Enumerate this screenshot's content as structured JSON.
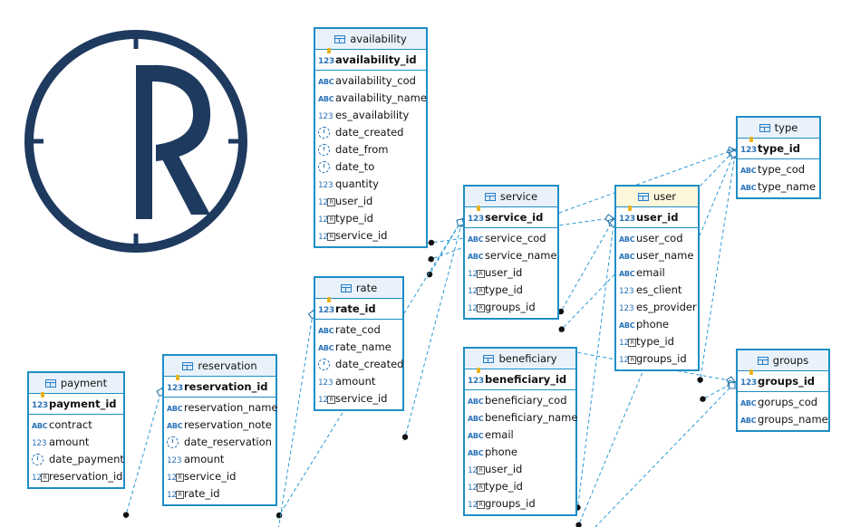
{
  "diagram": {
    "entities": [
      {
        "id": "availability",
        "name": "availability",
        "selected": false,
        "pk": {
          "name": "availability_id",
          "type": "num"
        },
        "columns": [
          {
            "name": "availability_cod",
            "type": "abc"
          },
          {
            "name": "availability_name",
            "type": "abc"
          },
          {
            "name": "es_availability",
            "type": "num"
          },
          {
            "name": "date_created",
            "type": "date"
          },
          {
            "name": "date_from",
            "type": "date"
          },
          {
            "name": "date_to",
            "type": "date"
          },
          {
            "name": "quantity",
            "type": "num"
          },
          {
            "name": "user_id",
            "type": "fk"
          },
          {
            "name": "type_id",
            "type": "fk"
          },
          {
            "name": "service_id",
            "type": "fk"
          }
        ]
      },
      {
        "id": "type",
        "name": "type",
        "selected": false,
        "pk": {
          "name": "type_id",
          "type": "num"
        },
        "columns": [
          {
            "name": "type_cod",
            "type": "abc"
          },
          {
            "name": "type_name",
            "type": "abc"
          }
        ]
      },
      {
        "id": "service",
        "name": "service",
        "selected": false,
        "pk": {
          "name": "service_id",
          "type": "num"
        },
        "columns": [
          {
            "name": "service_cod",
            "type": "abc"
          },
          {
            "name": "service_name",
            "type": "abc"
          },
          {
            "name": "user_id",
            "type": "fk"
          },
          {
            "name": "type_id",
            "type": "fk"
          },
          {
            "name": "groups_id",
            "type": "fk"
          }
        ]
      },
      {
        "id": "user",
        "name": "user",
        "selected": true,
        "pk": {
          "name": "user_id",
          "type": "num"
        },
        "columns": [
          {
            "name": "user_cod",
            "type": "abc"
          },
          {
            "name": "user_name",
            "type": "abc"
          },
          {
            "name": "email",
            "type": "abc"
          },
          {
            "name": "es_client",
            "type": "num"
          },
          {
            "name": "es_provider",
            "type": "num"
          },
          {
            "name": "phone",
            "type": "abc"
          },
          {
            "name": "type_id",
            "type": "fk"
          },
          {
            "name": "groups_id",
            "type": "fk"
          }
        ]
      },
      {
        "id": "rate",
        "name": "rate",
        "selected": false,
        "pk": {
          "name": "rate_id",
          "type": "num"
        },
        "columns": [
          {
            "name": "rate_cod",
            "type": "abc"
          },
          {
            "name": "rate_name",
            "type": "abc"
          },
          {
            "name": "date_created",
            "type": "date"
          },
          {
            "name": "amount",
            "type": "num"
          },
          {
            "name": "service_id",
            "type": "fk"
          }
        ]
      },
      {
        "id": "reservation",
        "name": "reservation",
        "selected": false,
        "pk": {
          "name": "reservation_id",
          "type": "num"
        },
        "columns": [
          {
            "name": "reservation_name",
            "type": "abc"
          },
          {
            "name": "reservation_note",
            "type": "abc"
          },
          {
            "name": "date_reservation",
            "type": "date"
          },
          {
            "name": "amount",
            "type": "num"
          },
          {
            "name": "service_id",
            "type": "fk"
          },
          {
            "name": "rate_id",
            "type": "fk"
          }
        ]
      },
      {
        "id": "payment",
        "name": "payment",
        "selected": false,
        "pk": {
          "name": "payment_id",
          "type": "num"
        },
        "columns": [
          {
            "name": "contract",
            "type": "abc"
          },
          {
            "name": "amount",
            "type": "num"
          },
          {
            "name": "date_payment",
            "type": "date"
          },
          {
            "name": "reservation_id",
            "type": "fk"
          }
        ]
      },
      {
        "id": "beneficiary",
        "name": "beneficiary",
        "selected": false,
        "pk": {
          "name": "beneficiary_id",
          "type": "num"
        },
        "columns": [
          {
            "name": "beneficiary_cod",
            "type": "abc"
          },
          {
            "name": "beneficiary_name",
            "type": "abc"
          },
          {
            "name": "email",
            "type": "abc"
          },
          {
            "name": "phone",
            "type": "abc"
          },
          {
            "name": "user_id",
            "type": "fk"
          },
          {
            "name": "type_id",
            "type": "fk"
          },
          {
            "name": "groups_id",
            "type": "fk"
          }
        ]
      },
      {
        "id": "groups",
        "name": "groups",
        "selected": false,
        "pk": {
          "name": "groups_id",
          "type": "num"
        },
        "columns": [
          {
            "name": "gorups_cod",
            "type": "abc"
          },
          {
            "name": "groups_name",
            "type": "abc"
          }
        ]
      }
    ],
    "relations": [
      {
        "from": "availability",
        "fromCol": "user_id",
        "to": "user"
      },
      {
        "from": "availability",
        "fromCol": "type_id",
        "to": "type"
      },
      {
        "from": "availability",
        "fromCol": "service_id",
        "to": "service"
      },
      {
        "from": "service",
        "fromCol": "user_id",
        "to": "user"
      },
      {
        "from": "service",
        "fromCol": "type_id",
        "to": "type"
      },
      {
        "from": "service",
        "fromCol": "groups_id",
        "to": "groups"
      },
      {
        "from": "user",
        "fromCol": "type_id",
        "to": "type"
      },
      {
        "from": "user",
        "fromCol": "groups_id",
        "to": "groups"
      },
      {
        "from": "rate",
        "fromCol": "service_id",
        "to": "service"
      },
      {
        "from": "reservation",
        "fromCol": "service_id",
        "to": "service"
      },
      {
        "from": "reservation",
        "fromCol": "rate_id",
        "to": "rate"
      },
      {
        "from": "payment",
        "fromCol": "reservation_id",
        "to": "reservation"
      },
      {
        "from": "beneficiary",
        "fromCol": "user_id",
        "to": "user"
      },
      {
        "from": "beneficiary",
        "fromCol": "type_id",
        "to": "type"
      },
      {
        "from": "beneficiary",
        "fromCol": "groups_id",
        "to": "groups"
      }
    ]
  },
  "logo": {
    "icon": "clock-r-logo-icon",
    "color": "#1e3a5f"
  },
  "colors": {
    "border": "#1e8ec6",
    "line": "#2a9ad6",
    "header": "#e9f2fb",
    "selected_header": "#fdf7dc"
  }
}
